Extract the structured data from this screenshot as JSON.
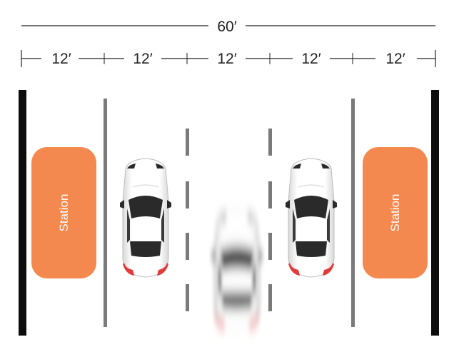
{
  "dimensions": {
    "total": "60′",
    "lanes": [
      "12′",
      "12′",
      "12′",
      "12′",
      "12′"
    ]
  },
  "stations": {
    "left_label": "Station",
    "right_label": "Station"
  },
  "colors": {
    "station": "#F4894F",
    "curb": "#0d0d0d",
    "lane_line": "#7a7a7a",
    "dimension_line": "#222222",
    "car_body": "#f4f4f4",
    "car_glass": "#2a2a2a",
    "tail_light": "#e23b3b"
  },
  "icons": {
    "parked_car": "car-top-view-icon",
    "moving_car": "motion-blurred-car-icon"
  }
}
